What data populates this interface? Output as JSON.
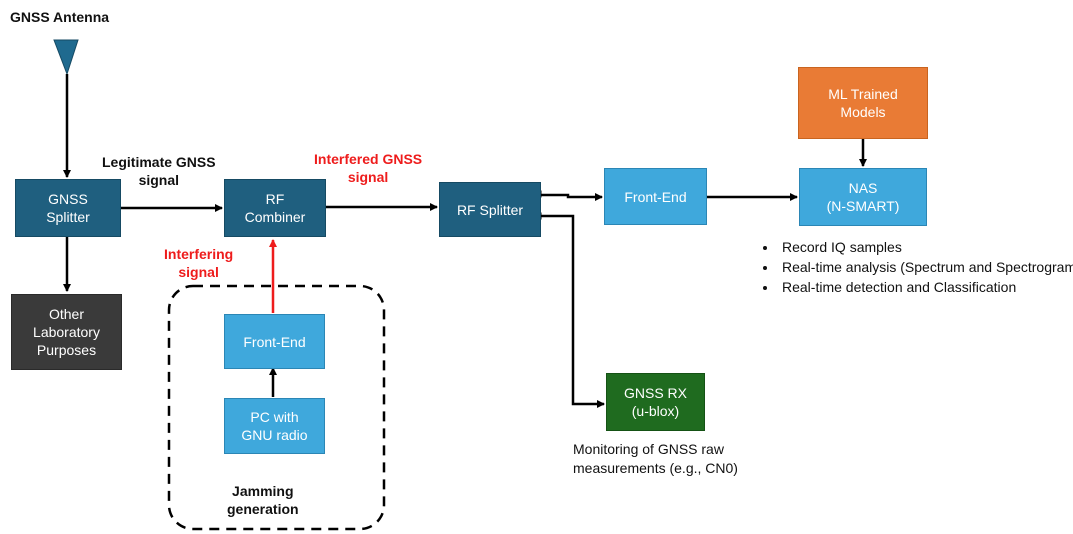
{
  "antenna": {
    "title": "GNSS Antenna"
  },
  "boxes": {
    "gnss_splitter": "GNSS\nSplitter",
    "other_lab": "Other\nLaboratory\nPurposes",
    "rf_combiner": "RF\nCombiner",
    "front_end_jam": "Front-End",
    "pc_gnu": "PC with\nGNU radio",
    "rf_splitter": "RF Splitter",
    "front_end_main": "Front-End",
    "ml_models": "ML Trained\nModels",
    "nas": "NAS\n(N-SMART)",
    "gnss_rx": "GNSS RX\n(u-blox)"
  },
  "labels": {
    "legitimate": "Legitimate GNSS\nsignal",
    "interfered": "Interfered GNSS\nsignal",
    "interfering": "Interfering\nsignal",
    "jamming": "Jamming\ngeneration"
  },
  "nas_bullets": [
    "Record IQ samples",
    "Real-time analysis (Spectrum and Spectrogram)",
    "Real-time detection and Classification"
  ],
  "monitoring_note": "Monitoring of GNSS raw\nmeasurements  (e.g., CN0)",
  "colors": {
    "dark_block": "#1f5f7f",
    "light_block": "#3fa8dc",
    "gray_block": "#3a3a3a",
    "orange_block": "#e97b35",
    "green_block": "#1f6b1f",
    "red_arrow": "#ee1c1c"
  }
}
